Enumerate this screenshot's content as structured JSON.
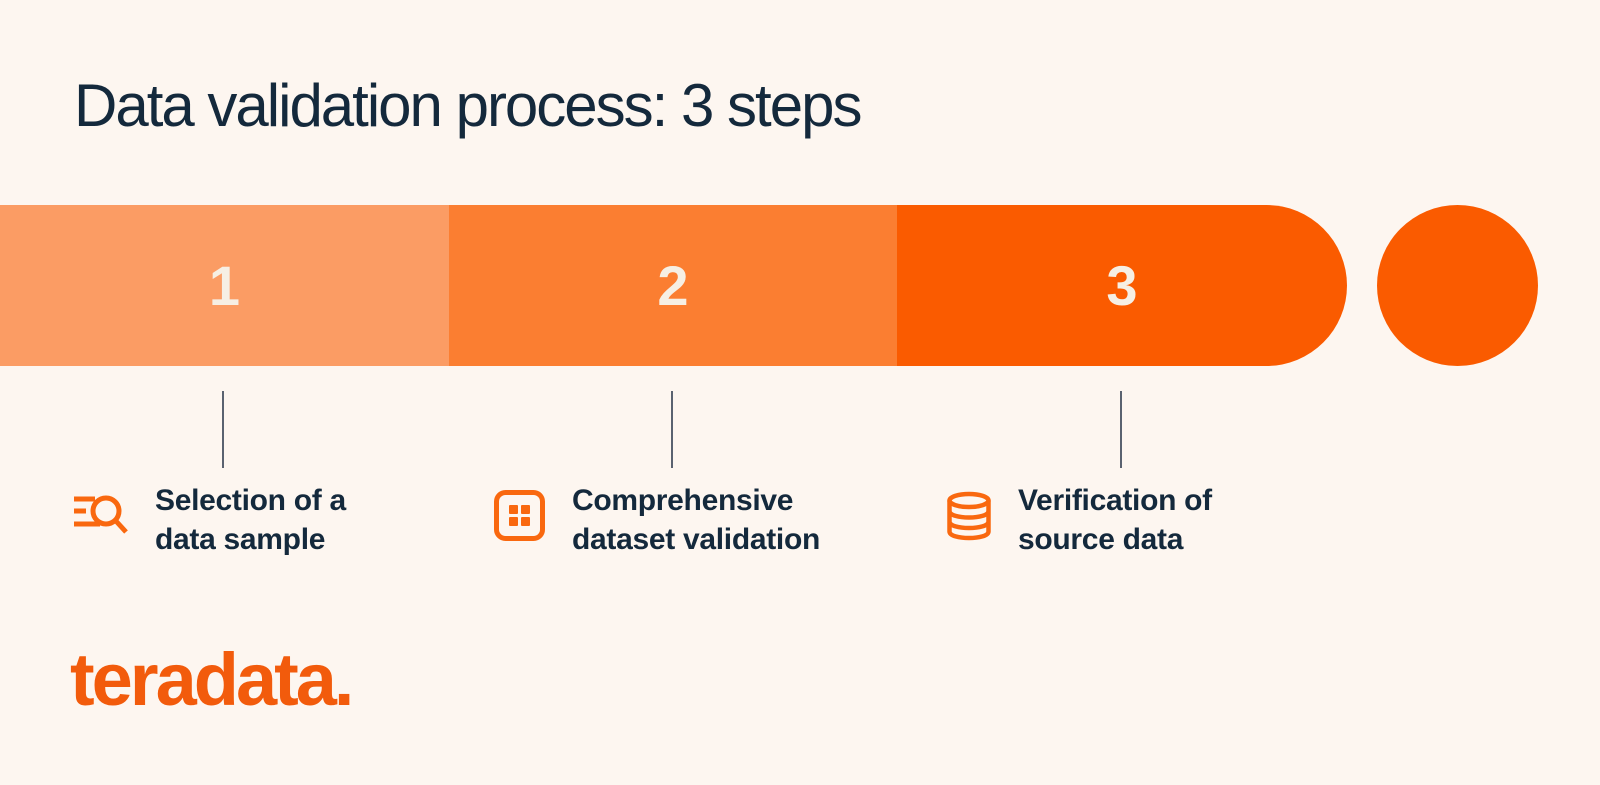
{
  "title": "Data validation process: 3 steps",
  "steps": [
    {
      "number": "1",
      "label": [
        "Selection of a",
        "data sample"
      ],
      "icon": "search-list-icon",
      "segment_color": "#FB9C64"
    },
    {
      "number": "2",
      "label": [
        "Comprehensive",
        "dataset validation"
      ],
      "icon": "grid-icon",
      "segment_color": "#FB7E31"
    },
    {
      "number": "3",
      "label": [
        "Verification of",
        "source data"
      ],
      "icon": "database-icon",
      "segment_color": "#FA5B00"
    }
  ],
  "end_marker_color": "#FA5B00",
  "logo_text": "teradata.",
  "colors": {
    "background": "#FDF6F0",
    "title_text": "#14293C",
    "label_text": "#14293C",
    "number_text": "#F6EFE4",
    "connector": "#5A6270",
    "icon": "#F9680F",
    "logo": "#F25B0C"
  }
}
